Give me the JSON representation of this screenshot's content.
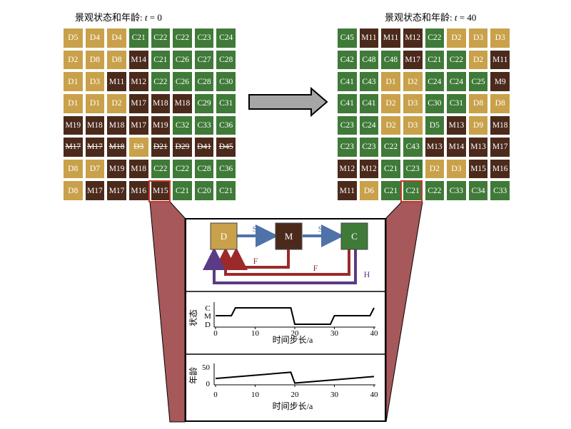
{
  "left_grid": {
    "title": "景观状态和年龄: ",
    "time_var": "t",
    "time_eq": " = 0",
    "rows": [
      [
        [
          "D",
          "D5"
        ],
        [
          "D",
          "D4"
        ],
        [
          "D",
          "D4"
        ],
        [
          "C",
          "C21"
        ],
        [
          "C",
          "C22"
        ],
        [
          "C",
          "C22"
        ],
        [
          "C",
          "C23"
        ],
        [
          "C",
          "C24"
        ]
      ],
      [
        [
          "D",
          "D2"
        ],
        [
          "D",
          "D8"
        ],
        [
          "D",
          "D8"
        ],
        [
          "M",
          "M14"
        ],
        [
          "C",
          "C21"
        ],
        [
          "C",
          "C26"
        ],
        [
          "C",
          "C27"
        ],
        [
          "C",
          "C28"
        ]
      ],
      [
        [
          "D",
          "D1"
        ],
        [
          "D",
          "D3"
        ],
        [
          "M",
          "M11"
        ],
        [
          "M",
          "M12"
        ],
        [
          "C",
          "C22"
        ],
        [
          "C",
          "C26"
        ],
        [
          "C",
          "C28"
        ],
        [
          "C",
          "C30"
        ]
      ],
      [
        [
          "D",
          "D1"
        ],
        [
          "D",
          "D1"
        ],
        [
          "D",
          "D2"
        ],
        [
          "M",
          "M17"
        ],
        [
          "M",
          "M18"
        ],
        [
          "M",
          "M18"
        ],
        [
          "C",
          "C29"
        ],
        [
          "C",
          "C31"
        ]
      ],
      [
        [
          "M",
          "M19"
        ],
        [
          "M",
          "M18"
        ],
        [
          "M",
          "M18"
        ],
        [
          "M",
          "M17"
        ],
        [
          "M",
          "M19"
        ],
        [
          "C",
          "C32"
        ],
        [
          "C",
          "C33"
        ],
        [
          "C",
          "C36"
        ]
      ],
      [
        [
          "M",
          "M17"
        ],
        [
          "M",
          "M17"
        ],
        [
          "M",
          "M18"
        ],
        [
          "D",
          "D3"
        ],
        [
          "M",
          "D21"
        ],
        [
          "M",
          "D29"
        ],
        [
          "M",
          "D41"
        ],
        [
          "M",
          "D45"
        ]
      ],
      [
        [
          "D",
          "D8"
        ],
        [
          "D",
          "D7"
        ],
        [
          "M",
          "M19"
        ],
        [
          "M",
          "M18"
        ],
        [
          "C",
          "C22"
        ],
        [
          "C",
          "C22"
        ],
        [
          "C",
          "C28"
        ],
        [
          "C",
          "C36"
        ]
      ],
      [
        [
          "D",
          "D8"
        ],
        [
          "M",
          "M17"
        ],
        [
          "M",
          "M17"
        ],
        [
          "M",
          "M16"
        ],
        [
          "M",
          "M15"
        ],
        [
          "C",
          "C21"
        ],
        [
          "C",
          "C20"
        ],
        [
          "C",
          "C21"
        ]
      ]
    ]
  },
  "right_grid": {
    "title": "景观状态和年龄: ",
    "time_var": "t",
    "time_eq": " = 40",
    "rows": [
      [
        [
          "C",
          "C45"
        ],
        [
          "M",
          "M11"
        ],
        [
          "M",
          "M11"
        ],
        [
          "M",
          "M12"
        ],
        [
          "C",
          "C22"
        ],
        [
          "D",
          "D2"
        ],
        [
          "D",
          "D3"
        ],
        [
          "D",
          "D3"
        ]
      ],
      [
        [
          "C",
          "C42"
        ],
        [
          "C",
          "C48"
        ],
        [
          "C",
          "C48"
        ],
        [
          "M",
          "M17"
        ],
        [
          "C",
          "C21"
        ],
        [
          "C",
          "C22"
        ],
        [
          "D",
          "D2"
        ],
        [
          "M",
          "M11"
        ]
      ],
      [
        [
          "C",
          "C41"
        ],
        [
          "C",
          "C43"
        ],
        [
          "D",
          "D1"
        ],
        [
          "D",
          "D2"
        ],
        [
          "C",
          "C24"
        ],
        [
          "C",
          "C24"
        ],
        [
          "C",
          "C25"
        ],
        [
          "M",
          "M9"
        ]
      ],
      [
        [
          "C",
          "C41"
        ],
        [
          "C",
          "C41"
        ],
        [
          "D",
          "D2"
        ],
        [
          "D",
          "D3"
        ],
        [
          "C",
          "C30"
        ],
        [
          "C",
          "C31"
        ],
        [
          "D",
          "D8"
        ],
        [
          "D",
          "D8"
        ]
      ],
      [
        [
          "C",
          "C23"
        ],
        [
          "C",
          "C24"
        ],
        [
          "D",
          "D2"
        ],
        [
          "D",
          "D3"
        ],
        [
          "C",
          "D5"
        ],
        [
          "M",
          "M13"
        ],
        [
          "D",
          "D9"
        ],
        [
          "M",
          "M18"
        ]
      ],
      [
        [
          "C",
          "C23"
        ],
        [
          "C",
          "C23"
        ],
        [
          "C",
          "C22"
        ],
        [
          "C",
          "C43"
        ],
        [
          "M",
          "M13"
        ],
        [
          "M",
          "M14"
        ],
        [
          "M",
          "M13"
        ],
        [
          "M",
          "M17"
        ]
      ],
      [
        [
          "M",
          "M12"
        ],
        [
          "M",
          "M12"
        ],
        [
          "C",
          "C21"
        ],
        [
          "C",
          "C23"
        ],
        [
          "D",
          "D2"
        ],
        [
          "D",
          "D3"
        ],
        [
          "M",
          "M15"
        ],
        [
          "M",
          "M16"
        ]
      ],
      [
        [
          "M",
          "M11"
        ],
        [
          "D",
          "D6"
        ],
        [
          "C",
          "C21"
        ],
        [
          "C",
          "C21"
        ],
        [
          "C",
          "C22"
        ],
        [
          "C",
          "C33"
        ],
        [
          "C",
          "C34"
        ],
        [
          "C",
          "C33"
        ]
      ]
    ]
  },
  "diagram": {
    "box_d": "D",
    "box_m": "M",
    "box_c": "C",
    "arrow_s1": "S",
    "arrow_s2": "S",
    "arrow_f1": "F",
    "arrow_f2": "F",
    "arrow_h": "H"
  },
  "colors": {
    "D": "#c9a14a",
    "M": "#4b2a1c",
    "C": "#3f7a38",
    "S_arrow": "#4f72a8",
    "F_arrow": "#9c2a2a",
    "H_arrow": "#5b3a86",
    "zoom_fill": "#a7585a",
    "highlight": "#c0392b",
    "big_arrow": "#a6a6a6"
  },
  "chart_data": [
    {
      "type": "line",
      "ylabel": "状态",
      "xlabel": "时间步长/a",
      "categories_y": [
        "D",
        "M",
        "C"
      ],
      "xlim": [
        0,
        40
      ],
      "x_ticks": [
        0,
        10,
        20,
        30,
        40
      ],
      "series": [
        {
          "x": [
            0,
            4,
            5,
            19,
            20,
            29,
            30,
            39,
            40
          ],
          "y": [
            "M",
            "M",
            "C",
            "C",
            "D",
            "D",
            "M",
            "M",
            "C"
          ]
        }
      ]
    },
    {
      "type": "line",
      "ylabel": "年龄",
      "xlabel": "时间步长/a",
      "xlim": [
        0,
        40
      ],
      "ylim": [
        0,
        50
      ],
      "x_ticks": [
        0,
        10,
        20,
        30,
        40
      ],
      "y_ticks": [
        0,
        50
      ],
      "series": [
        {
          "x": [
            0,
            19,
            20,
            40
          ],
          "y": [
            15,
            34,
            1,
            21
          ]
        }
      ]
    }
  ]
}
